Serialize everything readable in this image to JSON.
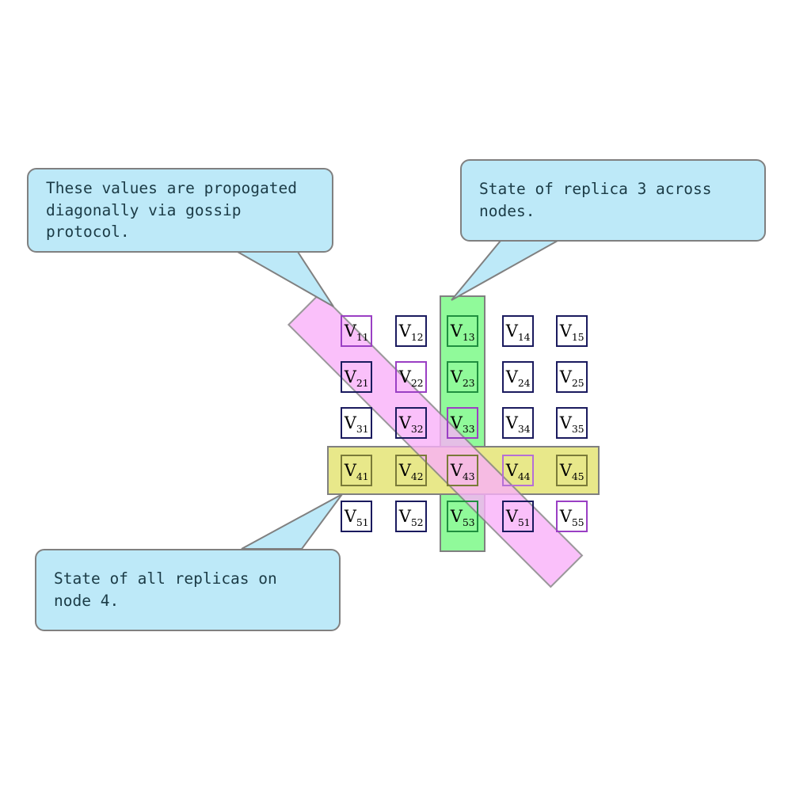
{
  "diagram": {
    "title": "Replica state grid with highlighted row, column and diagonal",
    "colors": {
      "callout_fill": "#bde9f8",
      "callout_border": "#808080",
      "column_band": "#90fa9a",
      "row_band": "#e8e88a",
      "diagonal_band": "#fab1fa",
      "cell_border": "#1a1a5e",
      "diagonal_cell_border": "#9a3fc4",
      "column_cell_border": "#1f8f3f",
      "row_cell_border": "#7a7a38"
    },
    "callouts": [
      {
        "id": "diagonal-note",
        "text": "These values are propogated\ndiagonally via gossip protocol."
      },
      {
        "id": "replica-note",
        "text": "State of replica 3 across nodes."
      },
      {
        "id": "node-note",
        "text": "State of all replicas on node 4."
      }
    ],
    "grid": {
      "rows": 5,
      "cols": 5,
      "highlighted_column": 3,
      "highlighted_row": 4,
      "cells": [
        [
          {
            "base": "V",
            "sub": "11",
            "diag": true,
            "col3": false,
            "row4": false
          },
          {
            "base": "V",
            "sub": "12",
            "diag": false,
            "col3": false,
            "row4": false
          },
          {
            "base": "V",
            "sub": "13",
            "diag": false,
            "col3": true,
            "row4": false
          },
          {
            "base": "V",
            "sub": "14",
            "diag": false,
            "col3": false,
            "row4": false
          },
          {
            "base": "V",
            "sub": "15",
            "diag": false,
            "col3": false,
            "row4": false
          }
        ],
        [
          {
            "base": "V",
            "sub": "21",
            "diag": false,
            "col3": false,
            "row4": false
          },
          {
            "base": "V",
            "sub": "22",
            "diag": true,
            "col3": false,
            "row4": false
          },
          {
            "base": "V",
            "sub": "23",
            "diag": false,
            "col3": true,
            "row4": false
          },
          {
            "base": "V",
            "sub": "24",
            "diag": false,
            "col3": false,
            "row4": false
          },
          {
            "base": "V",
            "sub": "25",
            "diag": false,
            "col3": false,
            "row4": false
          }
        ],
        [
          {
            "base": "V",
            "sub": "31",
            "diag": false,
            "col3": false,
            "row4": false
          },
          {
            "base": "V",
            "sub": "32",
            "diag": false,
            "col3": false,
            "row4": false
          },
          {
            "base": "V",
            "sub": "33",
            "diag": true,
            "col3": true,
            "row4": false
          },
          {
            "base": "V",
            "sub": "34",
            "diag": false,
            "col3": false,
            "row4": false
          },
          {
            "base": "V",
            "sub": "35",
            "diag": false,
            "col3": false,
            "row4": false
          }
        ],
        [
          {
            "base": "V",
            "sub": "41",
            "diag": false,
            "col3": false,
            "row4": true
          },
          {
            "base": "V",
            "sub": "42",
            "diag": false,
            "col3": false,
            "row4": true
          },
          {
            "base": "V",
            "sub": "43",
            "diag": false,
            "col3": true,
            "row4": true
          },
          {
            "base": "V",
            "sub": "44",
            "diag": true,
            "col3": false,
            "row4": true
          },
          {
            "base": "V",
            "sub": "45",
            "diag": false,
            "col3": false,
            "row4": true
          }
        ],
        [
          {
            "base": "V",
            "sub": "51",
            "diag": false,
            "col3": false,
            "row4": false
          },
          {
            "base": "V",
            "sub": "52",
            "diag": false,
            "col3": false,
            "row4": false
          },
          {
            "base": "V",
            "sub": "53",
            "diag": false,
            "col3": true,
            "row4": false
          },
          {
            "base": "V",
            "sub": "51",
            "diag": false,
            "col3": false,
            "row4": false
          },
          {
            "base": "V",
            "sub": "55",
            "diag": true,
            "col3": false,
            "row4": false
          }
        ]
      ]
    }
  }
}
